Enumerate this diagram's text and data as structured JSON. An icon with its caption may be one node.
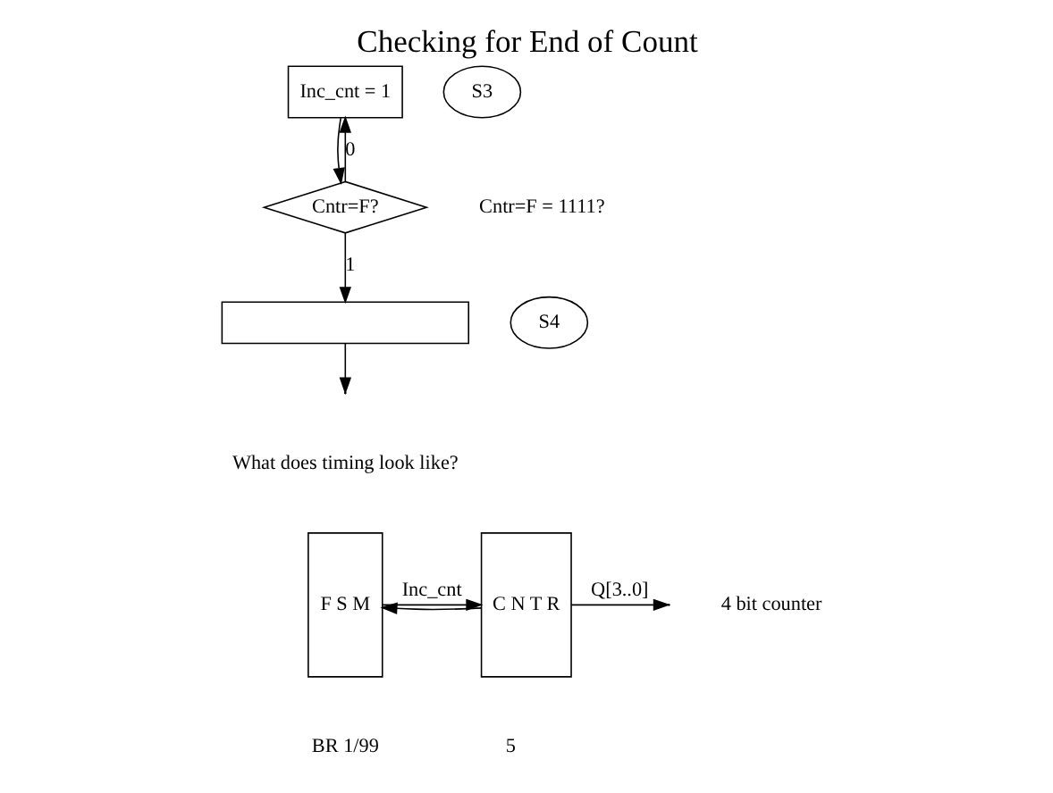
{
  "diagram": {
    "title": "Checking for End of Count",
    "nodes": [
      {
        "text": [
          "Inc_cnt = 1"
        ]
      },
      {
        "text": [
          "Cntr=F?"
        ]
      },
      {
        "text": [],
        "shape": "box"
      },
      {
        "text": [
          "S3"
        ]
      },
      {
        "text": [
          "S4"
        ]
      },
      {
        "text": [
          "F S M"
        ]
      },
      {
        "text": [
          "C N T R"
        ]
      }
    ],
    "edges": [
      {
        "from": 0,
        "to": 1,
        "arrow": "to"
      },
      {
        "from": 1,
        "to": 0,
        "arrow": "to",
        "label": "0"
      },
      {
        "from": 1,
        "to": 2,
        "arrow": "to",
        "label": "1"
      },
      {
        "from": 2,
        "to": null,
        "arrow": "to"
      },
      {
        "from": 5,
        "to": 6,
        "arrow": "to",
        "label": "Inc_cnt"
      },
      {
        "from": 6,
        "to": null,
        "arrow": "to",
        "label": "Q[3..0]"
      },
      {
        "from": 6,
        "to": 5,
        "arrow": "to"
      }
    ],
    "labels": [
      "Cntr=F = 1111?",
      "What does timing look like?",
      "4 bit counter",
      "BR 1/99",
      "5"
    ]
  }
}
